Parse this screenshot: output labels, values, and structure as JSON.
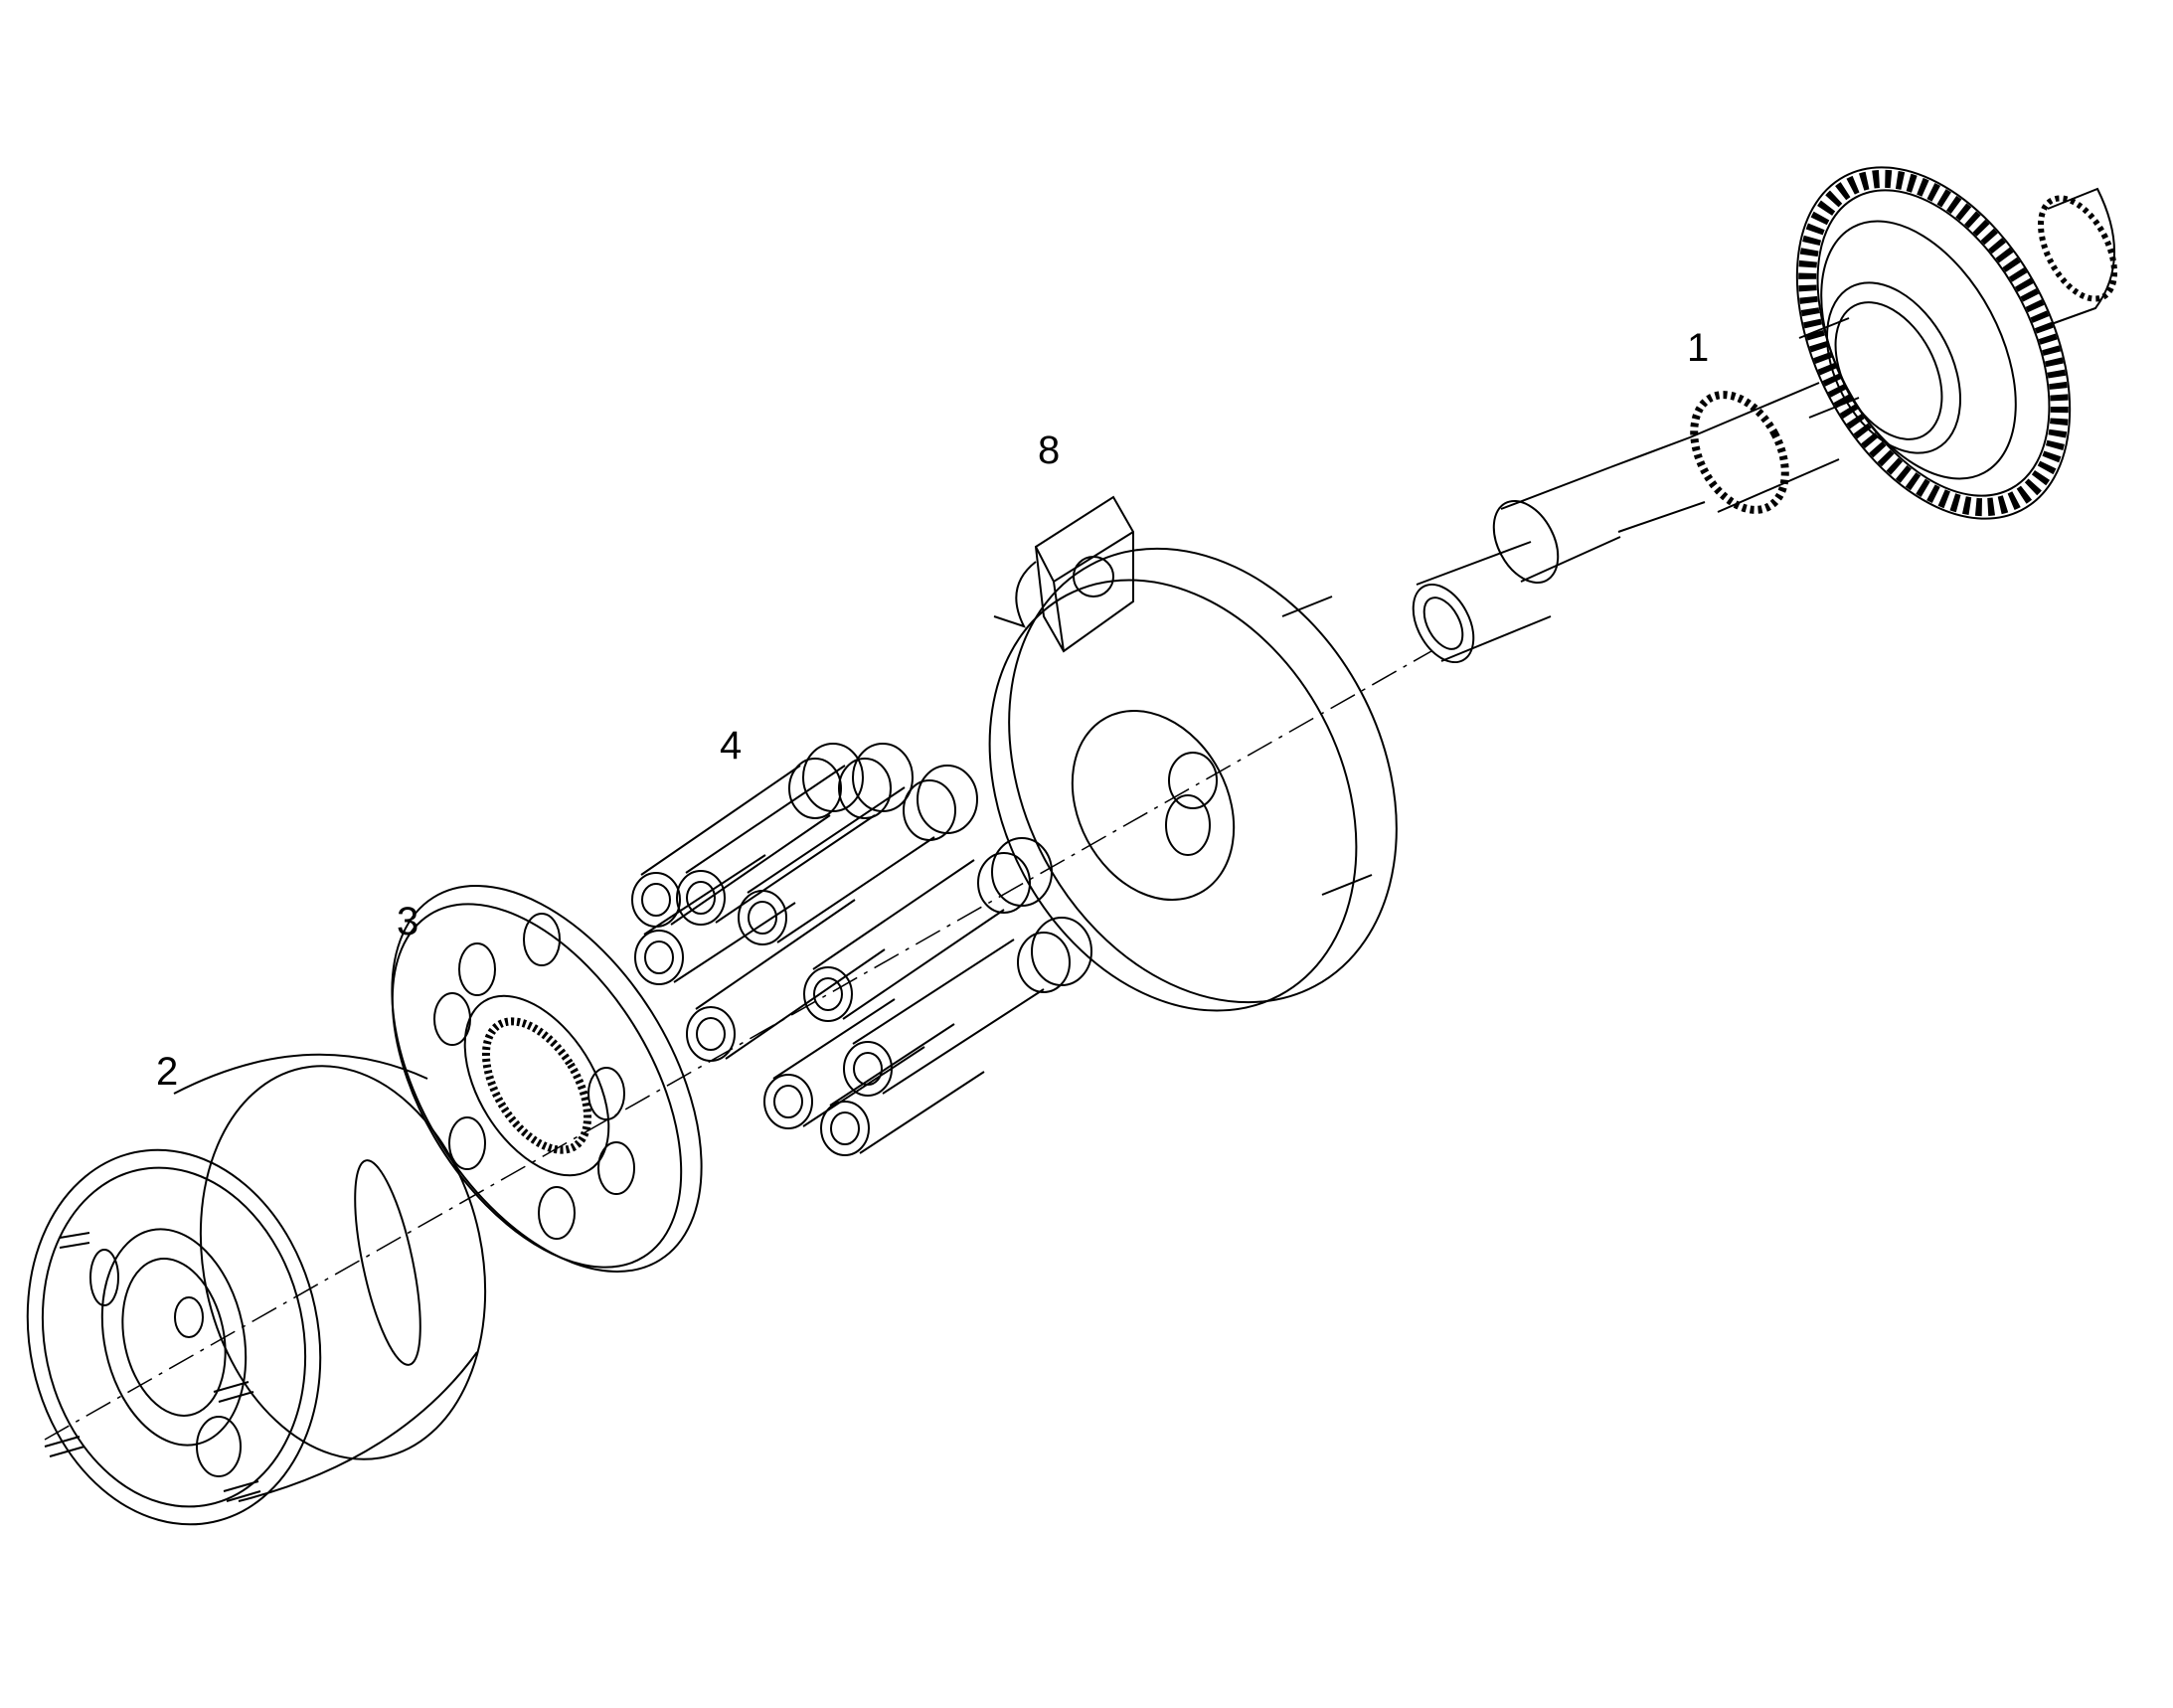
{
  "callouts": [
    {
      "id": "1",
      "label": "1",
      "part": "drive-shaft-with-gear"
    },
    {
      "id": "8",
      "label": "8",
      "part": "swash-plate-assembly"
    },
    {
      "id": "4",
      "label": "4",
      "part": "piston-set"
    },
    {
      "id": "3",
      "label": "3",
      "part": "retainer-plate"
    },
    {
      "id": "2",
      "label": "2",
      "part": "cylinder-block"
    }
  ],
  "colors": {
    "line": "#000000",
    "background": "#ffffff"
  }
}
